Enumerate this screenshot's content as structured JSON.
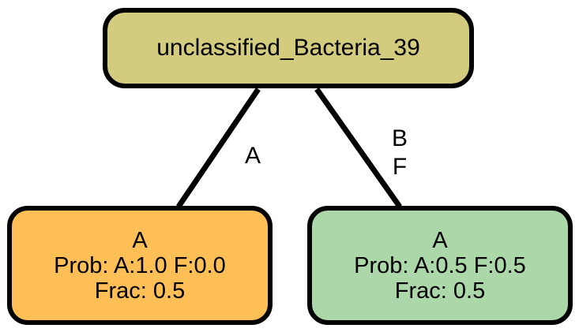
{
  "nodes": {
    "root": {
      "label": "unclassified_Bacteria_39",
      "fill": "#d3cb7e"
    },
    "left": {
      "title": "A",
      "prob": "Prob: A:1.0 F:0.0",
      "frac": "Frac: 0.5",
      "fill": "#fdbf56"
    },
    "right": {
      "title": "A",
      "prob": "Prob: A:0.5 F:0.5",
      "frac": "Frac: 0.5",
      "fill": "#acd7a9"
    }
  },
  "edges": {
    "left": {
      "label": "A"
    },
    "right": {
      "label_line1": "B",
      "label_line2": "F"
    }
  }
}
